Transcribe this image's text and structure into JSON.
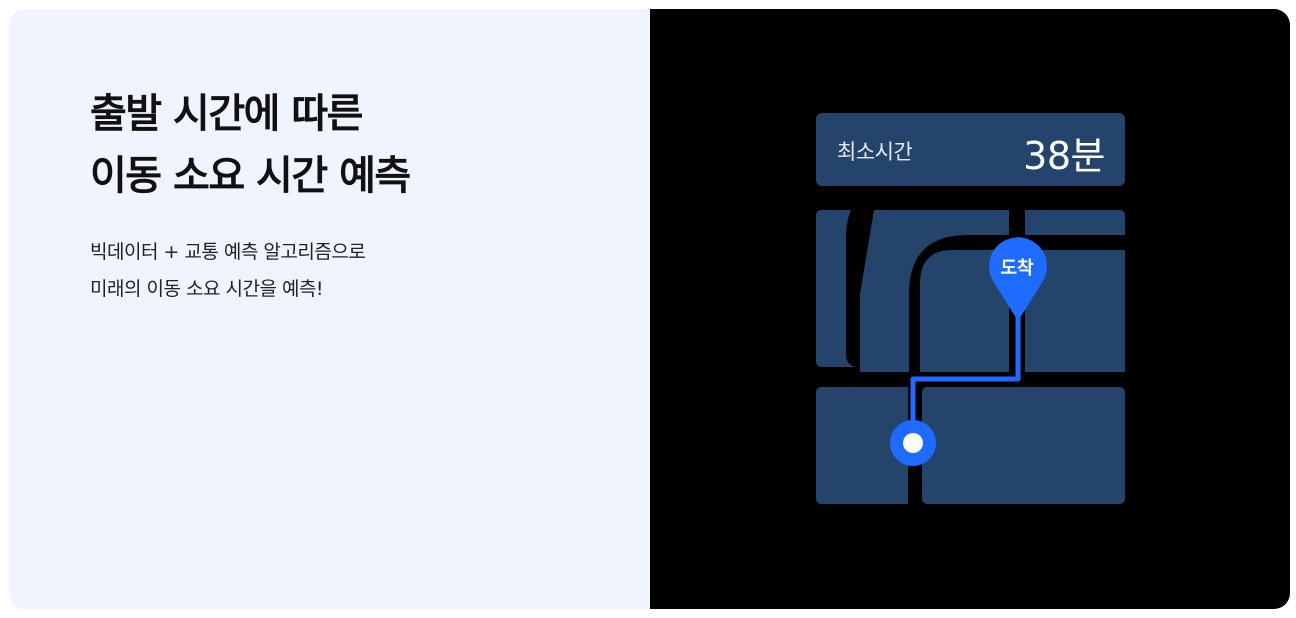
{
  "feature": {
    "title_line1": "출발 시간에 따른",
    "title_line2": "이동 소요 시간 예측",
    "desc_line1": "빅데이터 + 교통 예측 알고리즘으로",
    "desc_line2": "미래의 이동 소요 시간을 예측!"
  },
  "map": {
    "min_time_label": "최소시간",
    "min_time_value": "38분",
    "destination_label": "도착"
  },
  "colors": {
    "left_bg": "#f0f4ff",
    "right_bg": "#000000",
    "block": "#24446c",
    "route": "#1e6bff"
  },
  "icons": {
    "destination": "location-pin-icon",
    "origin": "origin-dot-icon"
  }
}
